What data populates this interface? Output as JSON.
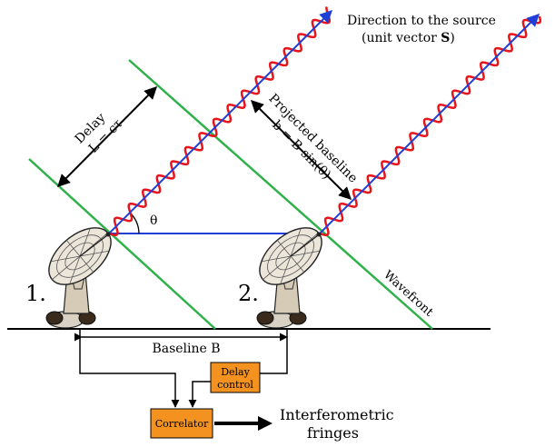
{
  "labels": {
    "source_direction_line1": "Direction to the source",
    "source_direction_line2_prefix": "(unit vector ",
    "source_direction_line2_bold": "S",
    "source_direction_line2_suffix": ")",
    "delay_line1": "Delay",
    "delay_line2": "L = cτ",
    "projected_line1": "Projected baseline",
    "projected_line2": "b = B sin(θ)",
    "theta": "θ",
    "antenna1": "1.",
    "antenna2": "2.",
    "wavefront": "Wavefront",
    "baseline": "Baseline B",
    "delay_control_line1": "Delay",
    "delay_control_line2": "control",
    "correlator": "Correlator",
    "output_line1": "Interferometric",
    "output_line2": "fringes"
  },
  "colors": {
    "wave": "#e8141b",
    "ray": "#1f3fd6",
    "wavefront": "#2fb14a",
    "baseline": "#1f3fd6",
    "box_fill": "#f4921f",
    "ink": "#000000"
  }
}
